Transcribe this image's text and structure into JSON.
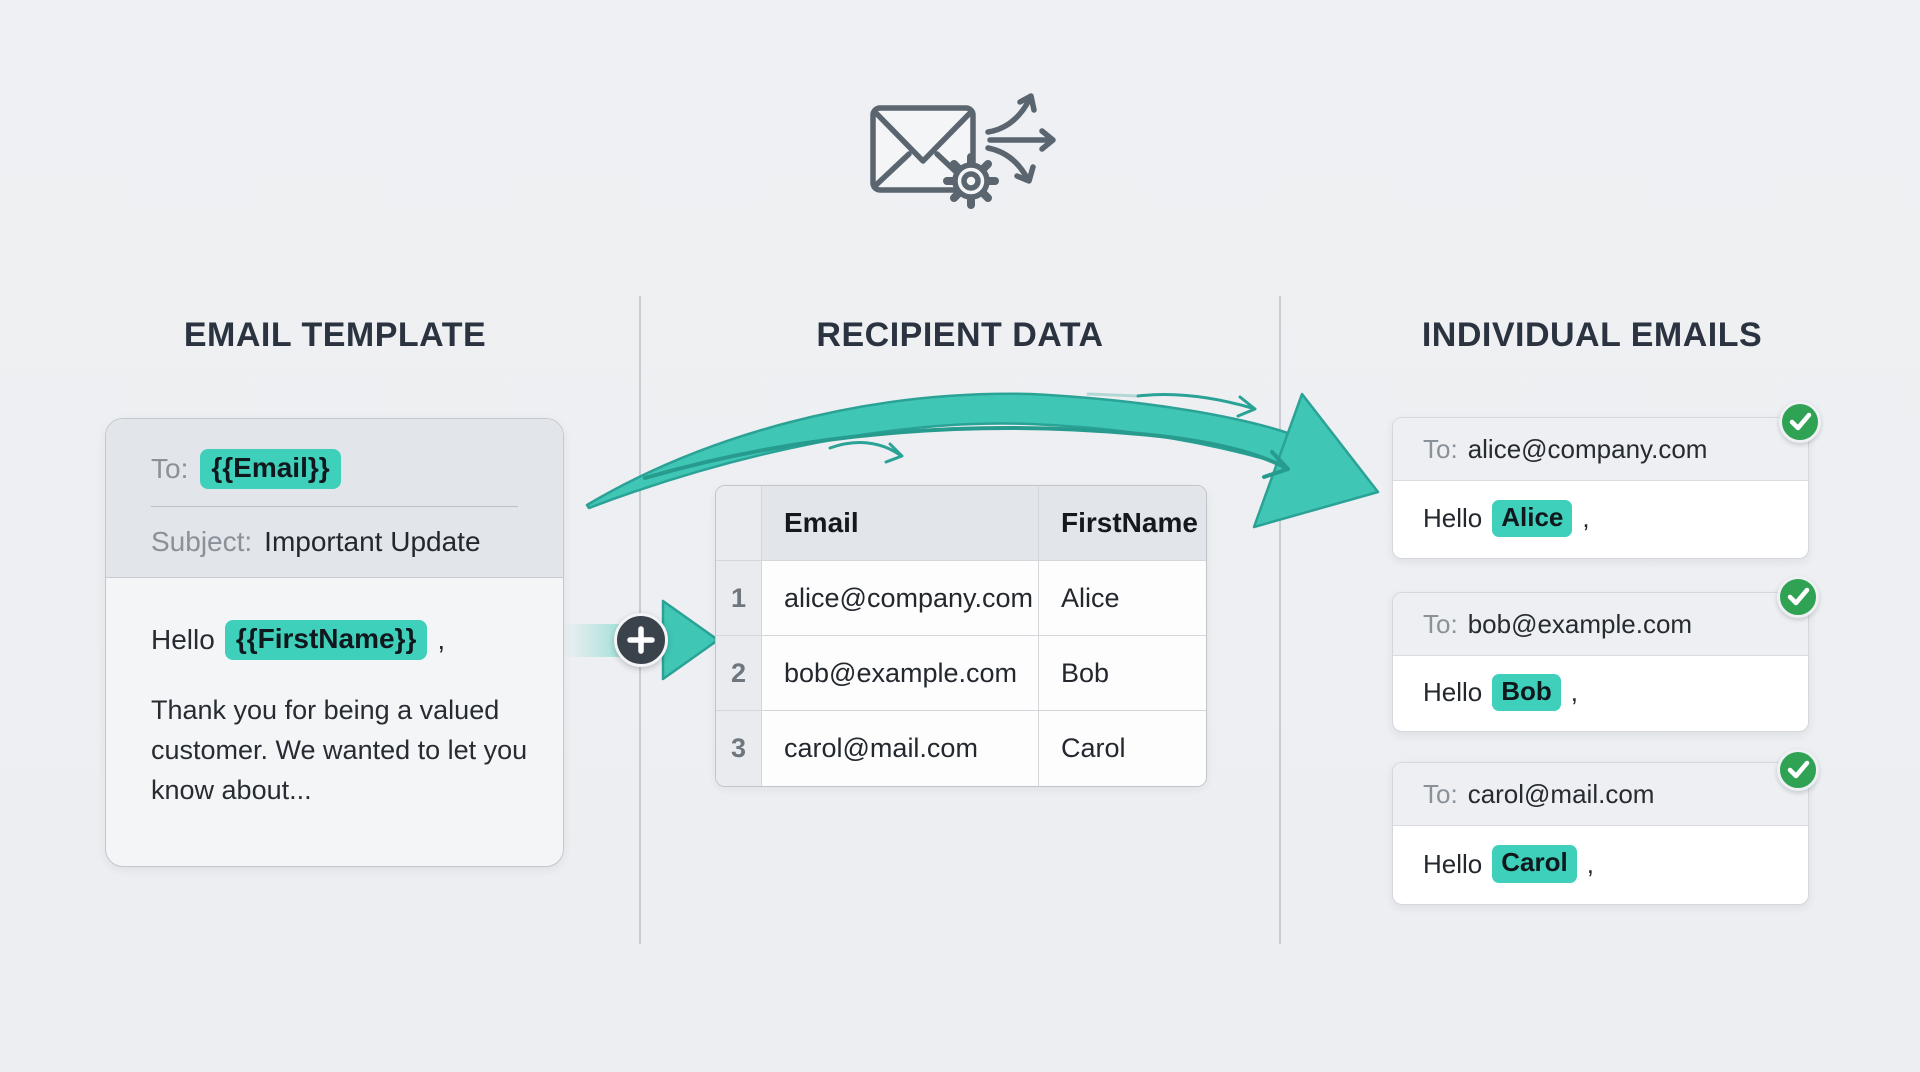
{
  "diagram_title": "mail merge flow",
  "columns": [
    {
      "id": "template",
      "heading": "EMAIL TEMPLATE"
    },
    {
      "id": "data",
      "heading": "RECIPIENT DATA"
    },
    {
      "id": "emails",
      "heading": "INDIVIDUAL EMAILS"
    }
  ],
  "template_card": {
    "to_label": "To:",
    "to_value": "{{Email}}",
    "subject_label": "Subject:",
    "subject_value": "Important Update",
    "greeting_prefix": "Hello",
    "greeting_variable": "{{FirstName}}",
    "greeting_suffix": ",",
    "body_text": "Thank you for being a valued customer. We wanted to let you know about..."
  },
  "recipient_table": {
    "columns": [
      "Email",
      "FirstName"
    ],
    "rows": [
      {
        "num": "1",
        "email": "alice@company.com",
        "first_name": "Alice"
      },
      {
        "num": "2",
        "email": "bob@example.com",
        "first_name": "Bob"
      },
      {
        "num": "3",
        "email": "carol@mail.com",
        "first_name": "Carol"
      }
    ]
  },
  "individual_emails": [
    {
      "to_label": "To:",
      "to_value": "alice@company.com",
      "greeting_prefix": "Hello",
      "name": "Alice",
      "greeting_suffix": ","
    },
    {
      "to_label": "To:",
      "to_value": "bob@example.com",
      "greeting_prefix": "Hello",
      "name": "Bob",
      "greeting_suffix": ","
    },
    {
      "to_label": "To:",
      "to_value": "carol@mail.com",
      "greeting_prefix": "Hello",
      "name": "Carol",
      "greeting_suffix": ","
    }
  ],
  "icons": {
    "hero": "envelope-gear-fanout-icon",
    "connector": "plus-icon",
    "status": "check-icon"
  },
  "colors": {
    "background": "#edeff2",
    "heading_text": "#2a333f",
    "accent_teal_arrow": "#3fc6b5",
    "accent_teal_stroke": "#2aa296",
    "highlight_chip": "#3ed0bb",
    "success_green": "#2fa254",
    "icon_gray": "#5a656f"
  }
}
